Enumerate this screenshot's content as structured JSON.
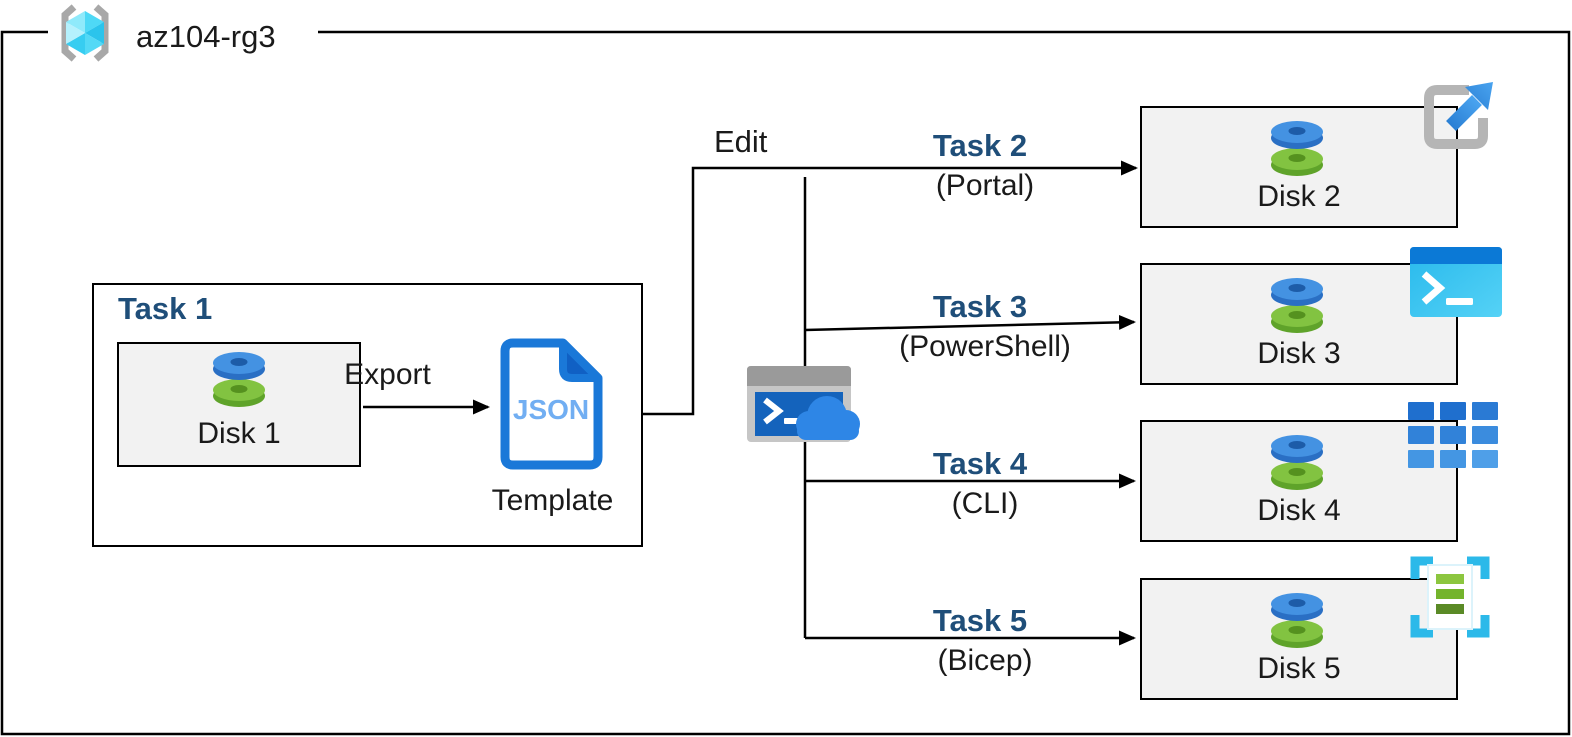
{
  "frame": {
    "title": "az104-rg3",
    "resource_group_icon": "resource-group-icon"
  },
  "task1": {
    "label": "Task 1",
    "disk_label": "Disk 1",
    "export_label": "Export",
    "json_doc_label": "JSON",
    "template_label": "Template"
  },
  "edit_label": "Edit",
  "branches": [
    {
      "task": "Task 2",
      "method": "(Portal)",
      "disk": "Disk 2",
      "icon": "portal-icon"
    },
    {
      "task": "Task 3",
      "method": "(PowerShell)",
      "disk": "Disk 3",
      "icon": "powershell-icon"
    },
    {
      "task": "Task 4",
      "method": "(CLI)",
      "disk": "Disk 4",
      "icon": "cli-icon"
    },
    {
      "task": "Task 5",
      "method": "(Bicep)",
      "disk": "Disk 5",
      "icon": "bicep-icon"
    }
  ],
  "shared_icons": [
    "disk-icon",
    "cloud-shell-icon",
    "json-document-icon"
  ],
  "colors": {
    "task_label_blue": "#1f4e79",
    "box_fill_gray": "#f2f2f2",
    "line_black": "#000000",
    "disk_blue_face": "#4492e2",
    "disk_blue_rim": "#2a6fc4",
    "disk_green_face": "#82c341",
    "disk_green_rim": "#5fa32a",
    "json_outline_blue": "#1a78d8",
    "json_text_blue": "#71aef2",
    "powershell_titlebar": "#0b79d6",
    "powershell_body_cyan": "#35c4ef",
    "portal_arrow_blue": "#3a97e8",
    "bracket_gray": "#a8a8a8",
    "bicep_cyan": "#2cb9e9",
    "bicep_green_light": "#8cc63f",
    "bicep_green_mid": "#74b42c",
    "bicep_green_dark": "#5a8a26",
    "cloud_blue": "#2e86e6",
    "rg_cube_cyan": "#4ed9f6"
  }
}
